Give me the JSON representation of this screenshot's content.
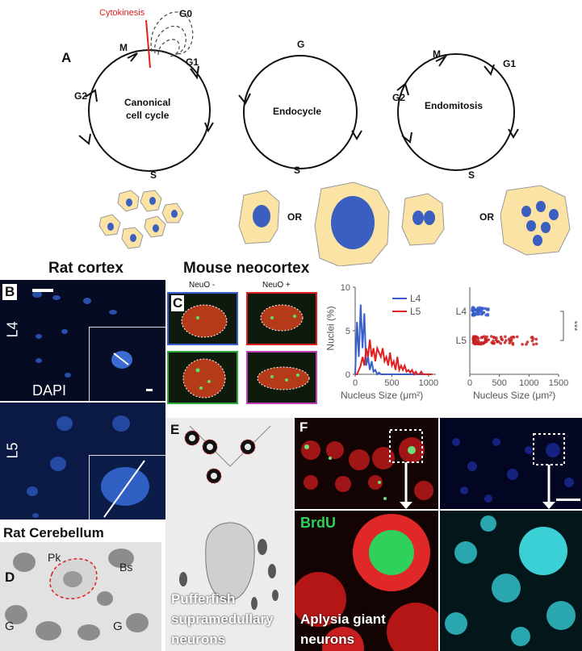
{
  "panel_A": {
    "letter": "A",
    "canonical": {
      "title_line1": "Canonical",
      "title_line2": "cell cycle",
      "phases": {
        "m": "M",
        "g1": "G1",
        "g2": "G2",
        "s": "S",
        "g0": "G0"
      },
      "cytokinesis": "Cytokinesis"
    },
    "endocycle": {
      "title": "Endocycle",
      "phases": {
        "g": "G",
        "s": "S"
      },
      "or": "OR"
    },
    "endomitosis": {
      "title": "Endomitosis",
      "phases": {
        "m": "M",
        "g1": "G1",
        "g2": "G2",
        "s": "S"
      },
      "or": "OR"
    },
    "colors": {
      "cytoplasm": "#fbe3a5",
      "nucleus": "#3b5fc0",
      "cytokinesis": "#e02020"
    }
  },
  "panel_B": {
    "letter": "B",
    "title": "Rat cortex",
    "row_top": "L4",
    "row_bottom": "L5",
    "stain": "DAPI"
  },
  "panel_C": {
    "letter": "C",
    "title": "Mouse neocortex",
    "label_neg": "NeuO -",
    "label_pos": "NeuO +",
    "hist": {
      "ylabel": "Nuclei (%)",
      "xlabel": "Nucleus Size (μm²)",
      "yticks": [
        "0",
        "5",
        "10"
      ],
      "xticks": [
        "0",
        "500",
        "1000"
      ],
      "legend_l4": "L4",
      "legend_l5": "L5"
    },
    "dot": {
      "xlabel": "Nucleus Size (μm²)",
      "xticks": [
        "0",
        "500",
        "1000",
        "1500"
      ],
      "row_l4": "L4",
      "row_l5": "L5",
      "significance": "***"
    }
  },
  "chart_data": [
    {
      "type": "line",
      "ylabel": "Nuclei (%)",
      "xlabel": "Nucleus Size (μm²)",
      "xlim": [
        0,
        1100
      ],
      "ylim": [
        0,
        10
      ],
      "x": [
        0,
        25,
        50,
        75,
        100,
        125,
        150,
        175,
        200,
        225,
        250,
        275,
        300,
        325,
        350,
        375,
        400,
        425,
        450,
        475,
        500,
        525,
        550,
        575,
        600,
        625,
        650,
        675,
        700,
        725,
        750,
        775,
        800,
        825,
        850,
        875,
        900,
        925,
        950,
        975,
        1000,
        1025,
        1050
      ],
      "series": [
        {
          "name": "L4",
          "color": "#3a5fcd",
          "values": [
            0,
            6,
            2,
            8,
            3,
            7,
            1,
            2,
            0.5,
            1.5,
            0.3,
            0.5,
            0,
            0.2,
            0,
            0,
            0,
            0,
            0,
            0,
            0,
            0,
            0,
            0,
            0,
            0,
            0,
            0,
            0,
            0,
            0,
            0,
            0,
            0,
            0,
            0,
            0,
            0,
            0,
            0,
            0,
            0,
            0
          ]
        },
        {
          "name": "L5",
          "color": "#e02020",
          "values": [
            0,
            0,
            0.5,
            1,
            2,
            1,
            3,
            2,
            4,
            2,
            3,
            1.5,
            3,
            2.5,
            2,
            3,
            1.5,
            2,
            1,
            2.5,
            1,
            1.5,
            0.5,
            2,
            0.5,
            1,
            0.5,
            1,
            0.3,
            0.5,
            0.2,
            0.5,
            0,
            0.3,
            0,
            0,
            0.3,
            0,
            0,
            0,
            0,
            0,
            0
          ]
        }
      ]
    },
    {
      "type": "scatter",
      "xlabel": "Nucleus Size (μm²)",
      "xlim": [
        0,
        1500
      ],
      "categories": [
        "L4",
        "L5"
      ],
      "series": [
        {
          "name": "L4",
          "color": "#3a5fcd",
          "range": [
            40,
            330
          ]
        },
        {
          "name": "L5",
          "color": "#c81e1e",
          "range": [
            60,
            1150
          ]
        }
      ],
      "significance": "***"
    }
  ],
  "panel_D": {
    "letter": "D",
    "title": "Rat Cerebellum",
    "pk": "Pk",
    "bs": "Bs",
    "g_left": "G",
    "g_right": "G"
  },
  "panel_E": {
    "letter": "E",
    "caption_line1": "Pufferfish",
    "caption_line2": "supramedullary",
    "caption_line3": "neurons"
  },
  "panel_F": {
    "letter": "F",
    "brdu": "BrdU",
    "caption_line1": "Aplysia giant",
    "caption_line2": "neurons",
    "colors": {
      "brdu": "#2fd15a",
      "red": "#e02020",
      "cyan": "#3ad0d6"
    }
  }
}
